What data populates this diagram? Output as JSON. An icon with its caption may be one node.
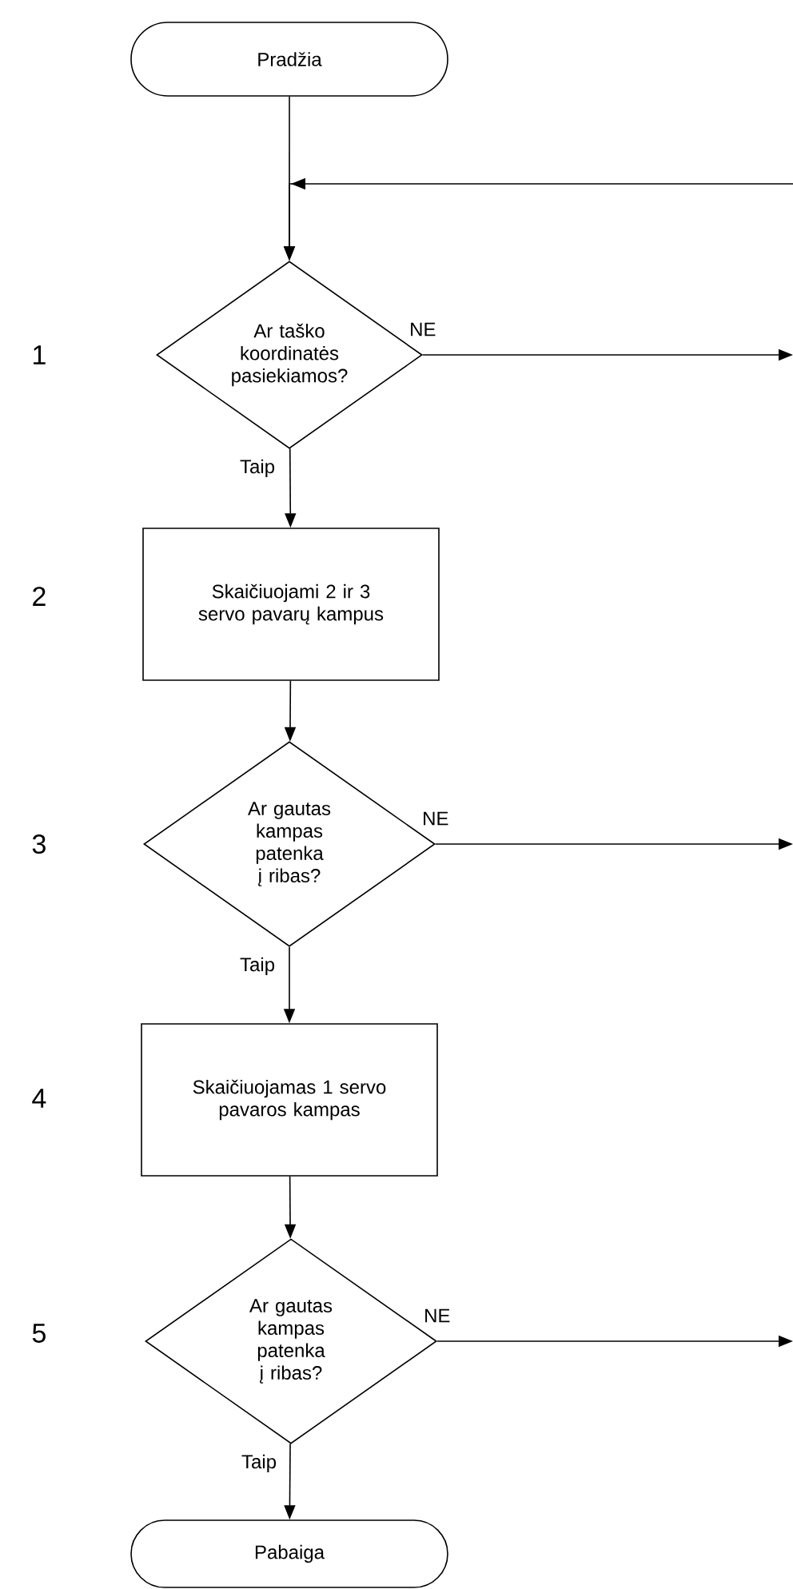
{
  "diagram": {
    "nodes": [
      {
        "text": [
          "Pradžia"
        ]
      },
      {
        "text": [
          "Ar taško koordinatės pasiekiamos?"
        ]
      },
      {
        "text": [
          "Skaičiuojami 2 ir 3 servo pavarų kampus"
        ]
      },
      {
        "text": [
          "Ar gautas kampas patenka į ribas?"
        ]
      },
      {
        "text": [
          "Skaičiuojamas 1 servo pavaros kampas"
        ]
      },
      {
        "text": [
          "Ar gautas kampas patenka į ribas?"
        ]
      },
      {
        "text": [
          "Pabaiga"
        ]
      }
    ],
    "edges": [
      {
        "from": 0,
        "to": 1,
        "arrow": "to"
      },
      {
        "from": null,
        "to": 1,
        "arrow": "to"
      },
      {
        "from": 1,
        "to": 2,
        "arrow": "to",
        "label": "Taip"
      },
      {
        "from": 1,
        "to": null,
        "arrow": "to",
        "label": "NE"
      },
      {
        "from": 2,
        "to": 3,
        "arrow": "to"
      },
      {
        "from": 3,
        "to": 4,
        "arrow": "to",
        "label": "Taip"
      },
      {
        "from": 3,
        "to": null,
        "arrow": "to",
        "label": "NE"
      },
      {
        "from": 4,
        "to": 5,
        "arrow": "to"
      },
      {
        "from": 5,
        "to": 6,
        "arrow": "to",
        "label": "Taip"
      },
      {
        "from": 5,
        "to": null,
        "arrow": "to",
        "label": "NE"
      }
    ],
    "labels": [
      "1",
      "2",
      "3",
      "4",
      "5"
    ]
  }
}
